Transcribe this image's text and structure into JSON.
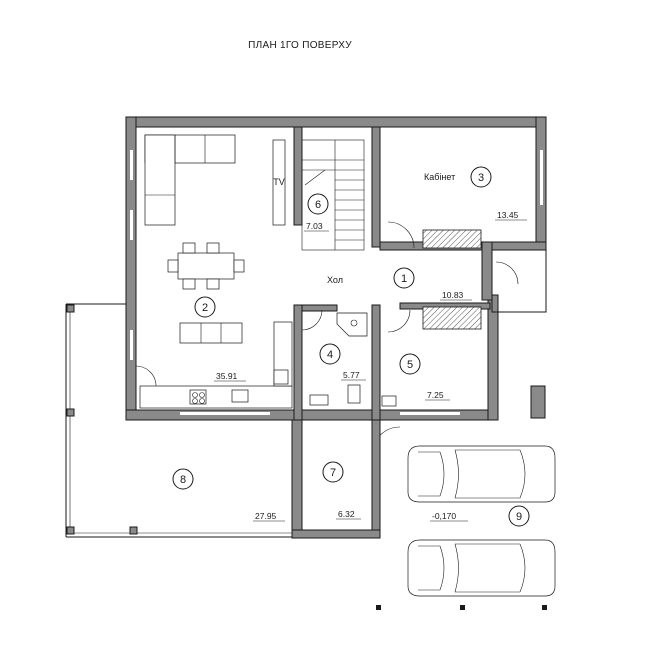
{
  "title": "ПЛАН 1ГО ПОВЕРХУ",
  "rooms": [
    {
      "number": "1",
      "name": "Хол",
      "area": "10.83"
    },
    {
      "number": "2",
      "name": "",
      "area": "35.91"
    },
    {
      "number": "3",
      "name": "Кабінет",
      "area": "13.45"
    },
    {
      "number": "4",
      "name": "",
      "area": "5.77"
    },
    {
      "number": "5",
      "name": "",
      "area": "7.25"
    },
    {
      "number": "6",
      "name": "",
      "area": "7.03"
    },
    {
      "number": "7",
      "name": "",
      "area": "6.32"
    },
    {
      "number": "8",
      "name": "",
      "area": "27.95"
    },
    {
      "number": "9",
      "name": "",
      "area": ""
    }
  ],
  "tv_label": "TV",
  "level_mark": "-0,170",
  "colors": {
    "wall_fill": "#8a8a8a",
    "line": "#1a1a1a",
    "background": "#ffffff"
  }
}
